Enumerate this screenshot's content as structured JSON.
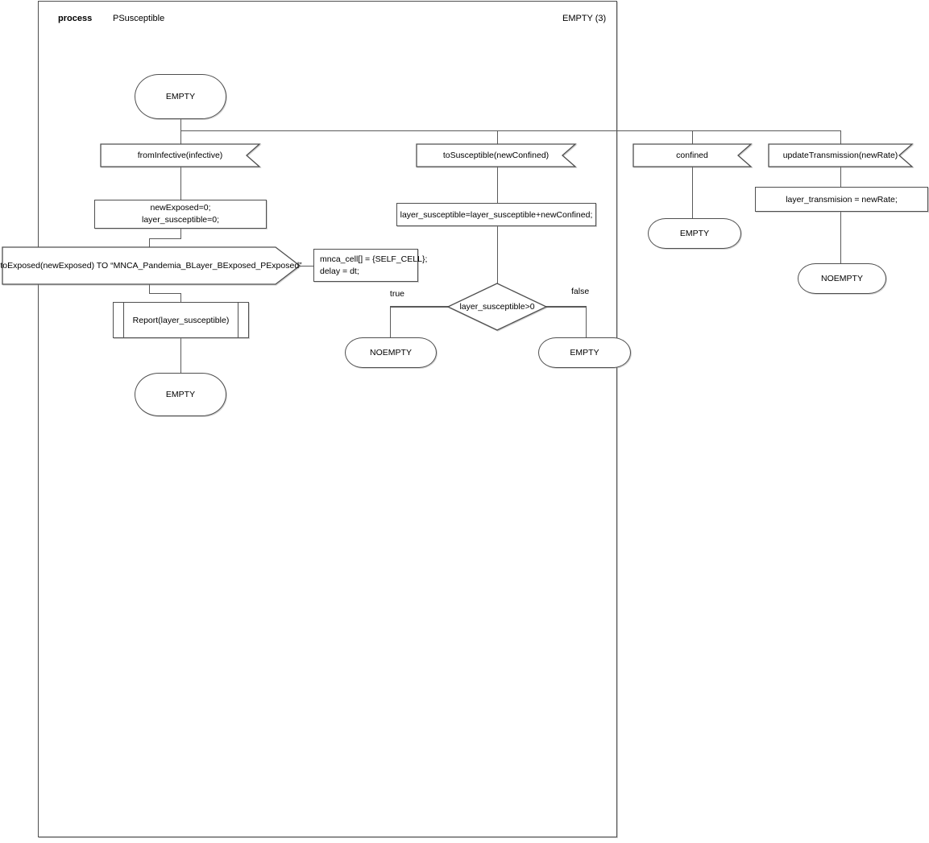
{
  "header": {
    "kind": "process",
    "name": "PSusceptible",
    "state_label": "EMPTY (3)"
  },
  "colors": {
    "stroke": "#4f4f4f",
    "background": "#ffffff"
  },
  "left_branch": {
    "start_state": "EMPTY",
    "input": "fromInfective(infective)",
    "task_line1": "newExposed=0;",
    "task_line2": "layer_susceptible=0;",
    "output": "toExposed(newExposed) TO “MNCA_Pandemia_BLayer_BExposed_PExposed”",
    "comment_line1": "mnca_cell[] = {SELF_CELL};",
    "comment_line2": "delay = dt;",
    "procedure": "Report(layer_susceptible)",
    "end_state": "EMPTY"
  },
  "middle_branch": {
    "input": "toSusceptible(newConfined)",
    "task": "layer_susceptible=layer_susceptible+newConfined;",
    "decision": "layer_susceptible>0",
    "true_label": "true",
    "false_label": "false",
    "true_state": "NOEMPTY",
    "false_state": "EMPTY"
  },
  "confined_branch": {
    "input": "confined",
    "end_state": "EMPTY"
  },
  "update_branch": {
    "input": "updateTransmission(newRate)",
    "task": "layer_transmision = newRate;",
    "end_state": "NOEMPTY"
  }
}
